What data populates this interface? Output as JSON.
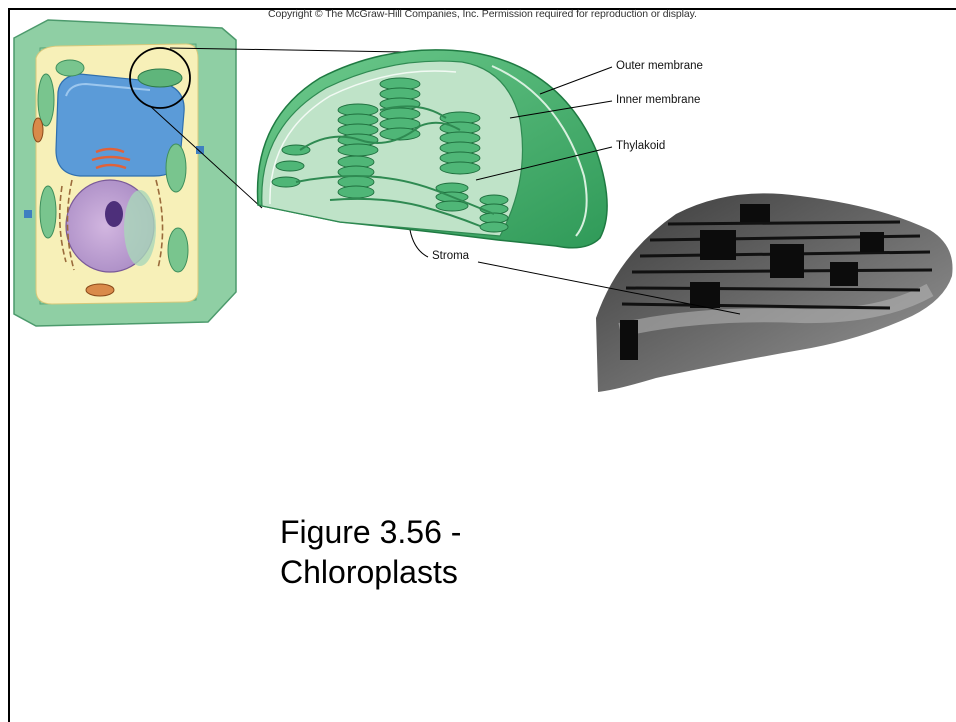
{
  "slide": {
    "copyright": "Copyright © The McGraw-Hill Companies, Inc. Permission required for reproduction or display.",
    "title_line1": "Figure 3.56 -",
    "title_line2": "Chloroplasts"
  },
  "labels": {
    "outer_membrane": "Outer membrane",
    "inner_membrane": "Inner membrane",
    "thylakoid": "Thylakoid",
    "stroma": "Stroma"
  },
  "colors": {
    "cell_wall": "#8fcfa4",
    "cytoplasm": "#f7f0b8",
    "vacuole": "#5b9bd8",
    "nucleus": "#c4a6d6",
    "chloroplast": "#46b06c",
    "micrograph": "#555555"
  }
}
